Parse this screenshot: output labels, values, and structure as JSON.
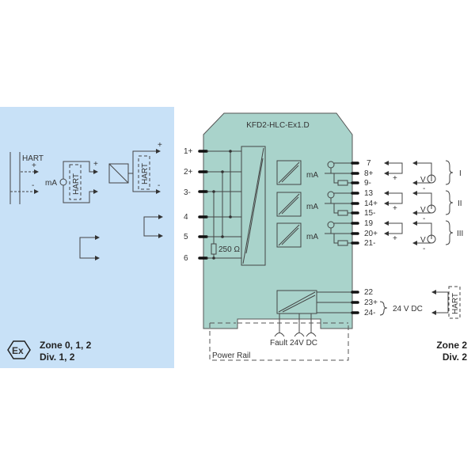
{
  "colors": {
    "hazard_zone": "#c8e1f7",
    "module": "#a9d3cb",
    "lines": "#444444"
  },
  "module": {
    "title": "KFD2-HLC-Ex1.D",
    "resistor_label": "250 Ω",
    "ma_label": "mA",
    "power_labels": "Fault 24V DC",
    "power_rail": "Power Rail"
  },
  "hazard": {
    "hart_label": "HART",
    "ma_label": "mA",
    "zone": "Zone 0, 1, 2",
    "div": "Div. 1, 2",
    "ex_symbol": "Ex",
    "plus": "+",
    "minus": "-"
  },
  "safe": {
    "zone": "Zone 2",
    "div": "Div. 2",
    "supply": "24 V DC",
    "hart_label": "HART",
    "v_label": "V",
    "groups": [
      "I",
      "II",
      "III"
    ],
    "plus": "+",
    "minus": "-"
  },
  "left_terminals": [
    "1+",
    "2+",
    "3-",
    "4",
    "5",
    "6"
  ],
  "right_terminals": [
    "7",
    "8+",
    "9-",
    "13",
    "14+",
    "15-",
    "19",
    "20+",
    "21-"
  ],
  "power_terminals": [
    "22",
    "23+",
    "24-"
  ]
}
